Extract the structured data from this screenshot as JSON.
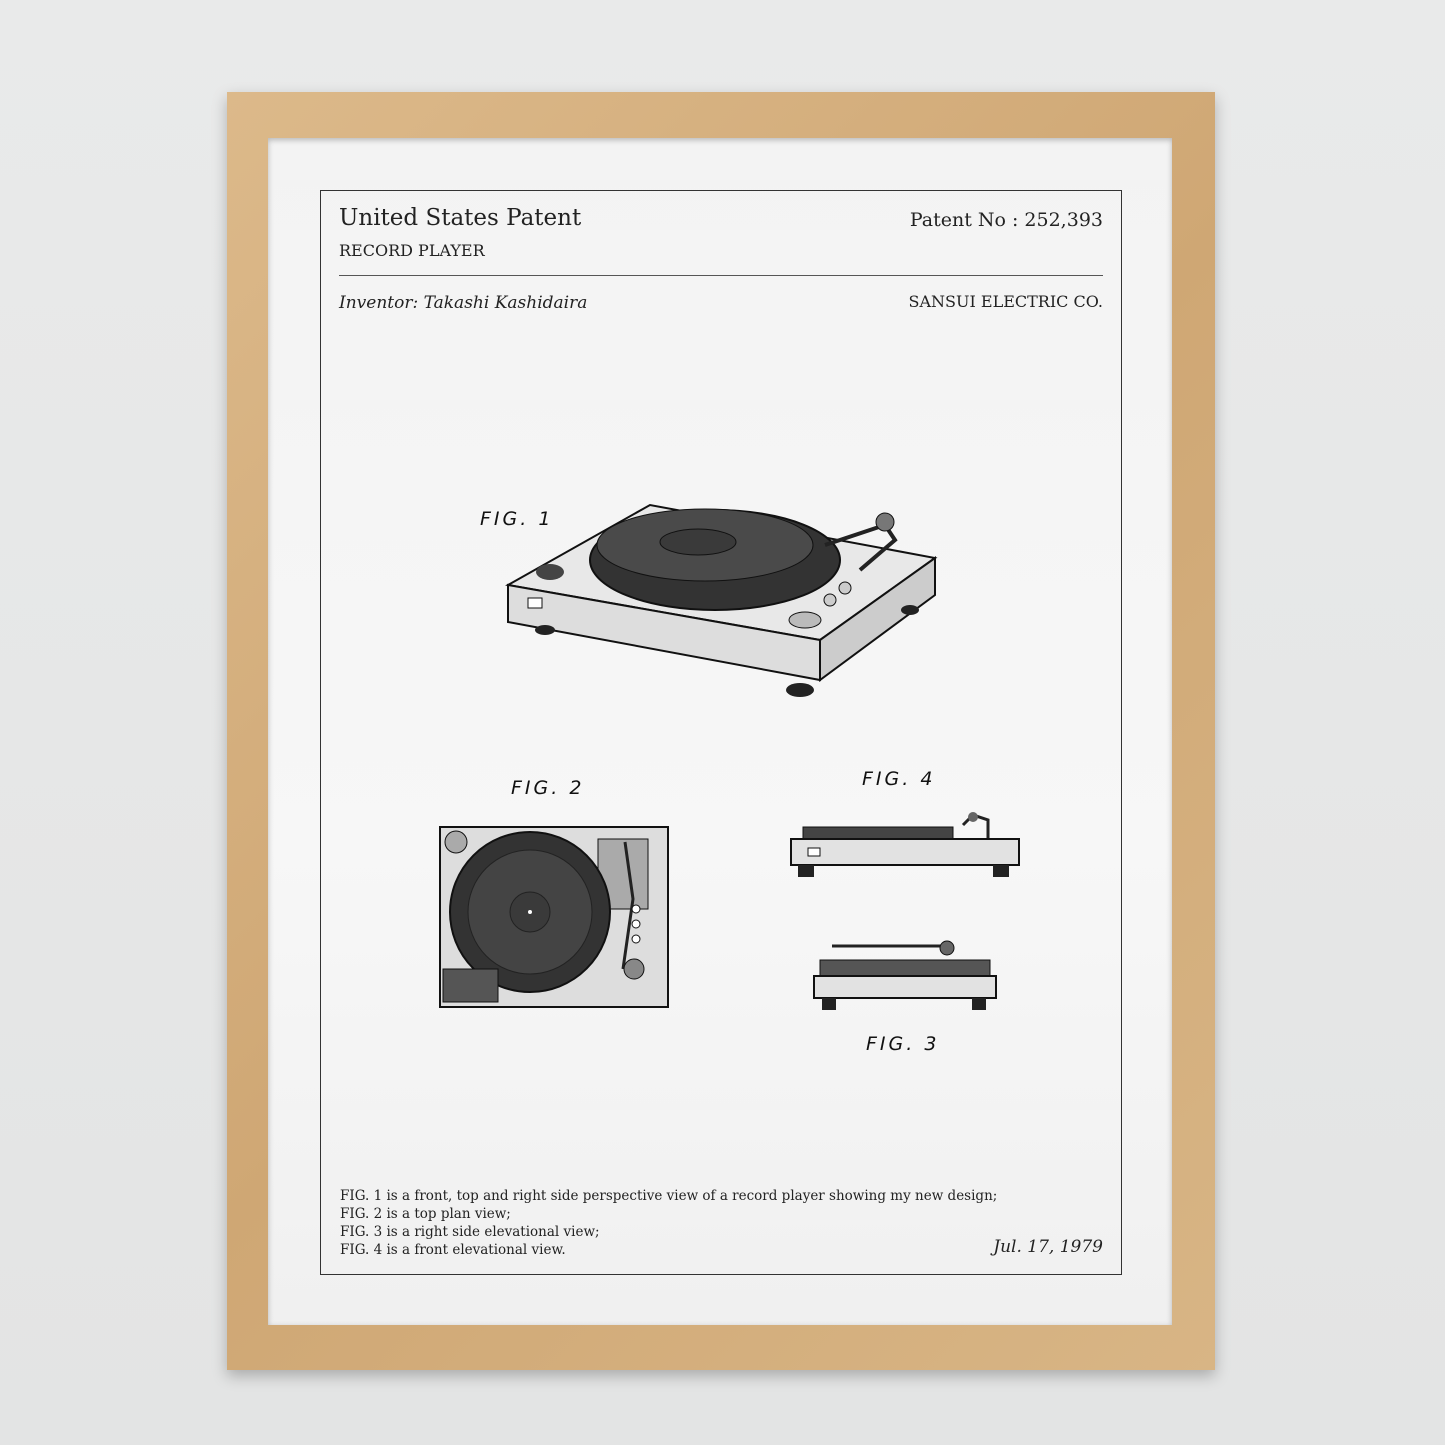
{
  "header": {
    "title": "United States Patent",
    "subtitle": "RECORD PLAYER",
    "patent_no": "Patent No : 252,393"
  },
  "meta": {
    "inventor": "Inventor: Takashi Kashidaira",
    "company": "SANSUI ELECTRIC CO."
  },
  "figures": {
    "fig1": "FIG. 1",
    "fig2": "FIG. 2",
    "fig3": "FIG. 3",
    "fig4": "FIG. 4"
  },
  "description": [
    "FIG. 1 is  a front, top and right side perspective view of a record player showing my new design;",
    "FIG. 2 is a top plan view;",
    "FIG. 3 is a  right side elevational view;",
    "FIG. 4 is a front elevational view."
  ],
  "date": "Jul. 17, 1979"
}
